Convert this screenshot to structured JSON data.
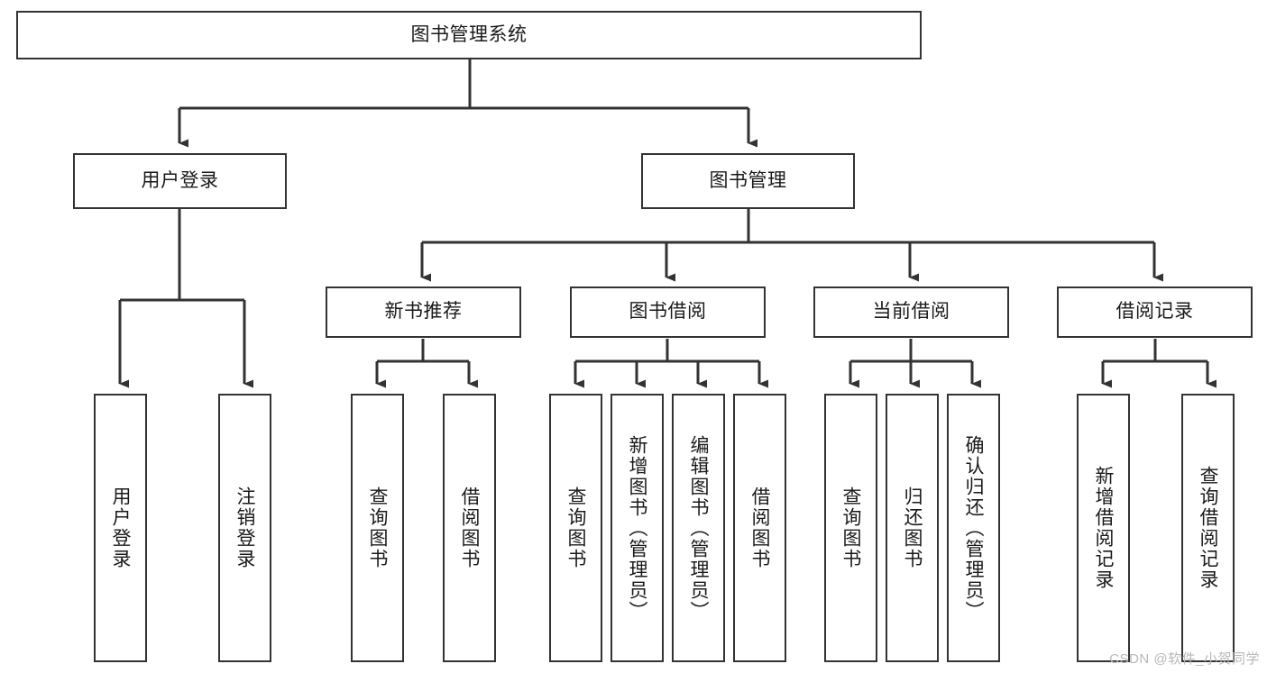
{
  "diagram": {
    "title": "图书管理系统",
    "type": "tree-hierarchy-diagram",
    "colors": {
      "box_border": "#333333",
      "box_fill": "#ffffff",
      "edge": "#333333",
      "text": "#1a1a1a",
      "watermark": "#b8b8b8",
      "background": "#ffffff"
    },
    "root": {
      "label": "图书管理系统"
    },
    "level2": [
      {
        "label": "用户登录"
      },
      {
        "label": "图书管理"
      }
    ],
    "level3": [
      {
        "label": "新书推荐"
      },
      {
        "label": "图书借阅"
      },
      {
        "label": "当前借阅"
      },
      {
        "label": "借阅记录"
      }
    ],
    "leaves": {
      "user_login": [
        {
          "label": "用户登录"
        },
        {
          "label": "注销登录"
        }
      ],
      "new_book_recommend": [
        {
          "label": "查询图书"
        },
        {
          "label": "借阅图书"
        }
      ],
      "book_borrow": [
        {
          "label": "查询图书"
        },
        {
          "label": "新增图书（管理员）"
        },
        {
          "label": "编辑图书（管理员）"
        },
        {
          "label": "借阅图书"
        }
      ],
      "current_borrow": [
        {
          "label": "查询图书"
        },
        {
          "label": "归还图书"
        },
        {
          "label": "确认归还（管理员）"
        }
      ],
      "borrow_record": [
        {
          "label": "新增借阅记录"
        },
        {
          "label": "查询借阅记录"
        }
      ]
    }
  },
  "watermark": {
    "text": "CSDN @软件_小贺同学"
  }
}
